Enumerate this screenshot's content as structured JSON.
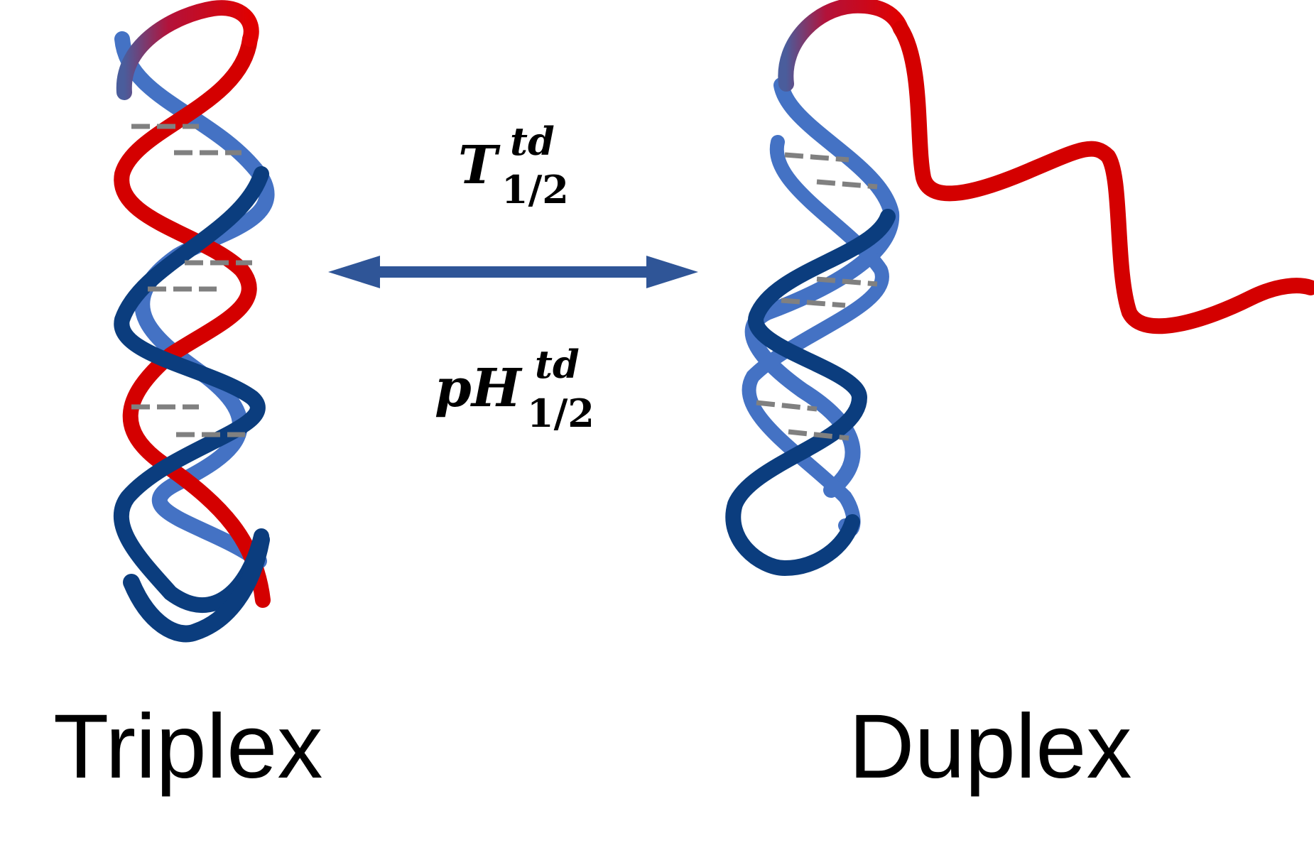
{
  "left_label": "Triplex",
  "right_label": "Duplex",
  "temperature": {
    "symbol": "T",
    "superscript": "td",
    "subscript": "1/2"
  },
  "ph": {
    "symbol": "pH",
    "superscript": "td",
    "subscript": "1/2"
  },
  "colors": {
    "strand_light_blue": "#4472c4",
    "strand_dark_blue": "#0b3d7e",
    "strand_red": "#e00000",
    "strand_dark_red": "#b00000",
    "hydrogen_bond": "#808080",
    "arrow": "#2f5597"
  }
}
